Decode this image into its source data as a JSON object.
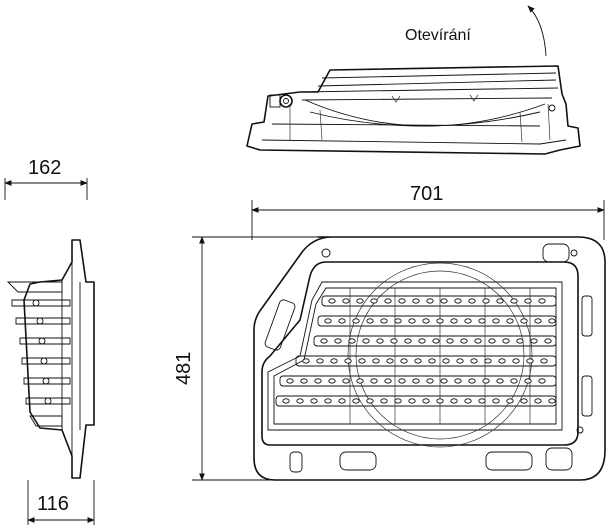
{
  "annotations": {
    "opening_label": "Otevírání",
    "dim_width": "701",
    "dim_height": "481",
    "dim_side_top": "162",
    "dim_side_bottom": "116"
  },
  "colors": {
    "line": "#111111",
    "background": "#ffffff"
  }
}
